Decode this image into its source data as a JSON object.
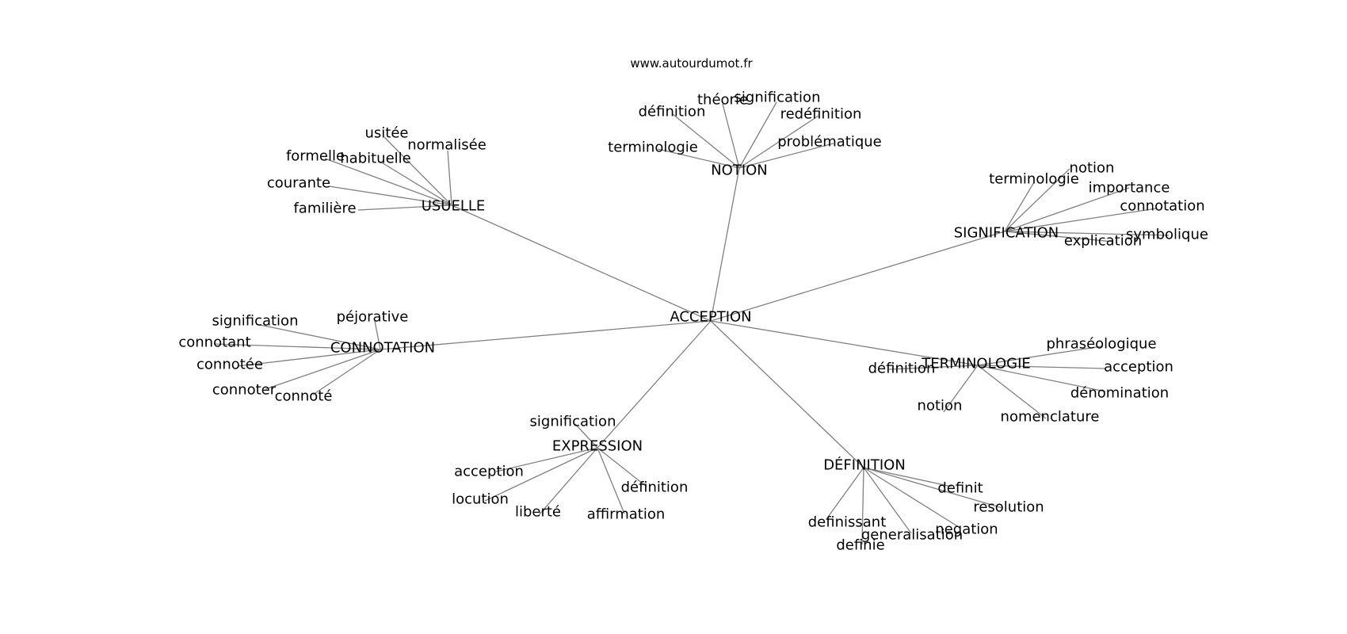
{
  "header": {
    "site": "www.autourdumot.fr"
  },
  "graph": {
    "center": "ACCEPTION",
    "line_color": "#808080",
    "hubs": [
      {
        "id": "usuelle",
        "label": "USUELLE",
        "leaves": [
          "usitée",
          "normalisée",
          "formelle",
          "habituelle",
          "courante",
          "familière"
        ]
      },
      {
        "id": "notion",
        "label": "NOTION",
        "leaves": [
          "définition",
          "théorie",
          "signification",
          "redéfinition",
          "terminologie",
          "problématique"
        ]
      },
      {
        "id": "signification",
        "label": "SIGNIFICATION",
        "leaves": [
          "terminologie",
          "notion",
          "importance",
          "connotation",
          "symbolique",
          "explication"
        ]
      },
      {
        "id": "connotation",
        "label": "CONNOTATION",
        "leaves": [
          "signification",
          "péjorative",
          "connotant",
          "connotée",
          "connoter",
          "connoté"
        ]
      },
      {
        "id": "terminologie",
        "label": "TERMINOLOGIE",
        "leaves": [
          "phraséologique",
          "définition",
          "acception",
          "dénomination",
          "notion",
          "nomenclature"
        ]
      },
      {
        "id": "expression",
        "label": "EXPRESSION",
        "leaves": [
          "signification",
          "acception",
          "locution",
          "définition",
          "liberté",
          "affirmation"
        ]
      },
      {
        "id": "definition",
        "label": "DÉFINITION",
        "leaves": [
          "definit",
          "resolution",
          "definissant",
          "negation",
          "generalisation",
          "definie"
        ]
      }
    ]
  }
}
